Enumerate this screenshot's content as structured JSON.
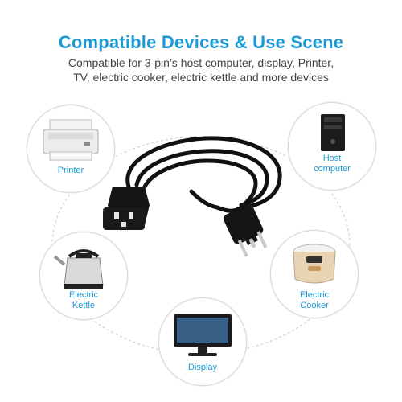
{
  "header": {
    "title": "Compatible Devices & Use Scene",
    "line1": "Compatible for 3-pin’s host computer, display, Printer,",
    "line2": "TV, electric cooker, electric kettle and more devices"
  },
  "devices": {
    "printer": {
      "label": "Printer"
    },
    "host": {
      "line1": "Host",
      "line2": "computer"
    },
    "kettle": {
      "line1": "Electric",
      "line2": "Kettle"
    },
    "cooker": {
      "line1": "Electric",
      "line2": "Cooker"
    },
    "display": {
      "label": "Display"
    }
  },
  "colors": {
    "accent": "#1a9ad6",
    "cable": "#111111",
    "ring": "#cfcfcf"
  }
}
